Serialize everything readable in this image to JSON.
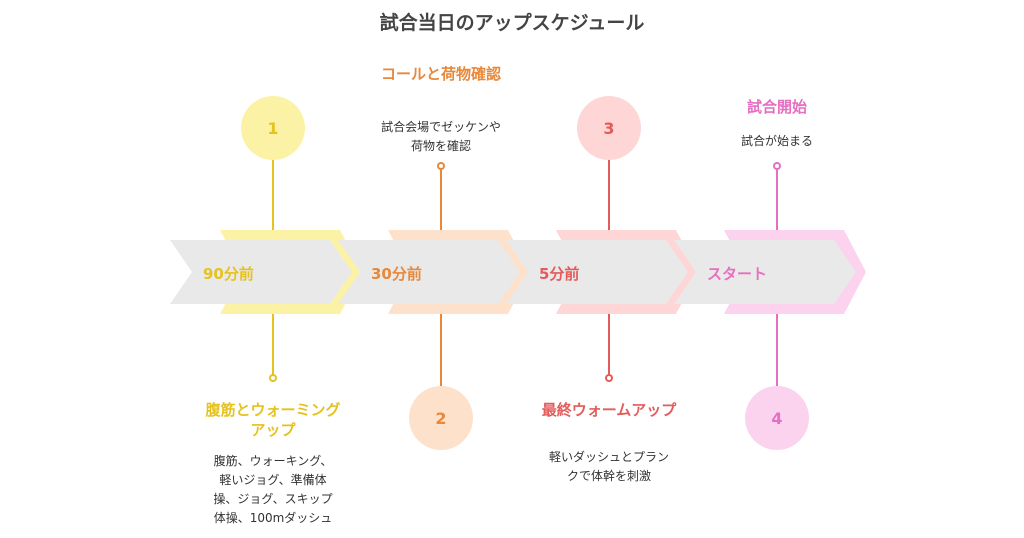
{
  "title": "試合当日のアップスケジュール",
  "colors": {
    "chevron_fill": "#e9e9e9",
    "step1": "#e6c21f",
    "step2": "#e8883a",
    "step3": "#e35b5b",
    "step4": "#e56fc0",
    "step1_light": "#fbf2a6",
    "step2_light": "#fde1cb",
    "step3_light": "#ffd6d6",
    "step4_light": "#fbd3ef"
  },
  "steps": [
    {
      "number": "1",
      "time": "90分前",
      "heading": "腹筋とウォーミングアップ",
      "description": "腹筋、ウォーキング、軽いジョグ、準備体操、ジョグ、スキップ体操、100mダッシュ"
    },
    {
      "number": "2",
      "time": "30分前",
      "heading": "コールと荷物確認",
      "description": "試合会場でゼッケンや荷物を確認"
    },
    {
      "number": "3",
      "time": "5分前",
      "heading": "最終ウォームアップ",
      "description": "軽いダッシュとプランクで体幹を刺激"
    },
    {
      "number": "4",
      "time": "スタート",
      "heading": "試合開始",
      "description": "試合が始まる"
    }
  ]
}
